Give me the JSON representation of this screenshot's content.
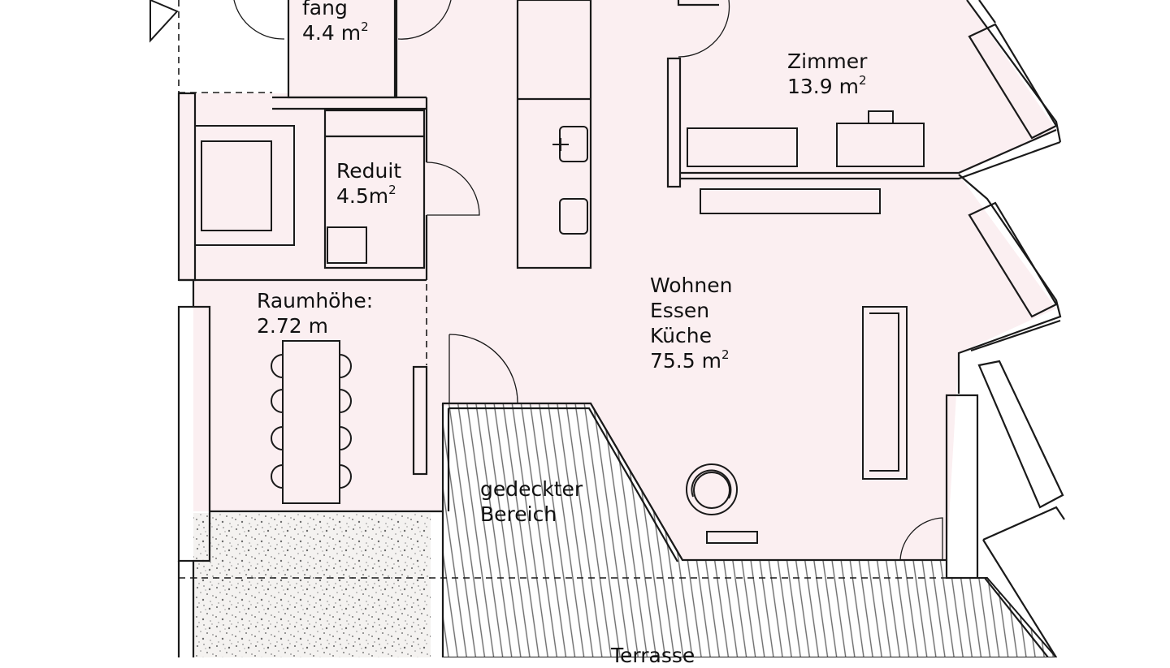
{
  "colors": {
    "room_fill": "#fbeff1",
    "wall": "#1a1a1a",
    "hatch": "#6a6a6a",
    "gravel": "#8a8a8a",
    "background": "#ffffff"
  },
  "rooms": {
    "entrance": {
      "name_partial": "fang",
      "area": "4.4 m",
      "sup": "2"
    },
    "reduit": {
      "name": "Reduit",
      "area": "4.5m",
      "sup": "2"
    },
    "room_height": {
      "label": "Raumhöhe:",
      "value": "2.72 m"
    },
    "zimmer": {
      "name": "Zimmer",
      "area": "13.9 m",
      "sup": "2"
    },
    "living": {
      "line1": "Wohnen",
      "line2": "Essen",
      "line3": "Küche",
      "area": "75.5 m",
      "sup": "2"
    },
    "covered": {
      "line1": "gedeckter",
      "line2": "Bereich"
    },
    "terrace": {
      "name": "Terrasse"
    }
  },
  "icons": [
    "north-arrow-icon",
    "door-swing-icon",
    "sink-icon",
    "cooktop-icon",
    "bathtub-icon",
    "dining-table-icon",
    "chair-icon",
    "sofa-icon",
    "armchair-icon",
    "bed-icon",
    "desk-icon",
    "window-icon"
  ]
}
